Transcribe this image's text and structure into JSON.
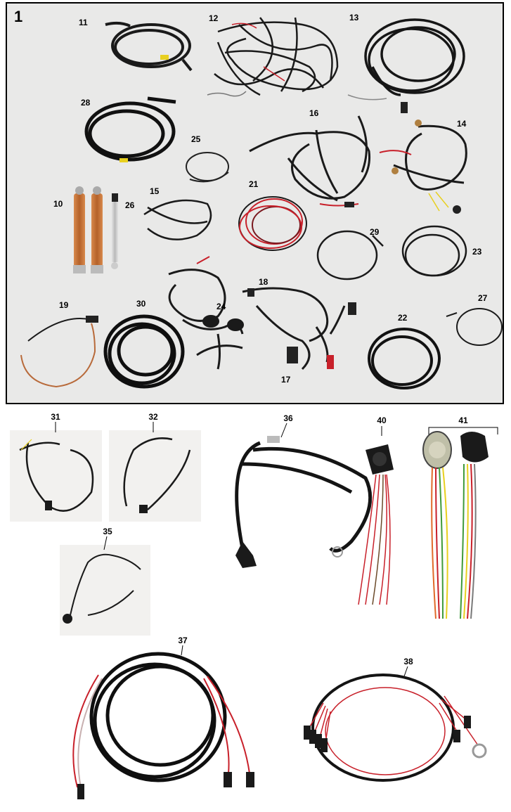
{
  "figure_number": "1",
  "callouts_panel": [
    "11",
    "12",
    "13",
    "28",
    "16",
    "25",
    "14",
    "15",
    "21",
    "10",
    "26",
    "29",
    "23",
    "18",
    "24",
    "19",
    "30",
    "27",
    "22",
    "17"
  ],
  "callouts_below": [
    "31",
    "32",
    "36",
    "40",
    "41",
    "35",
    "37",
    "38"
  ],
  "colors": {
    "cable": "#1a1a1a",
    "copper": "#c0743b",
    "red_wire": "#c8202a",
    "yellow_tag": "#e8d020",
    "green_wire": "#3f9a3a",
    "panel_bg": "#e9e9e8"
  }
}
